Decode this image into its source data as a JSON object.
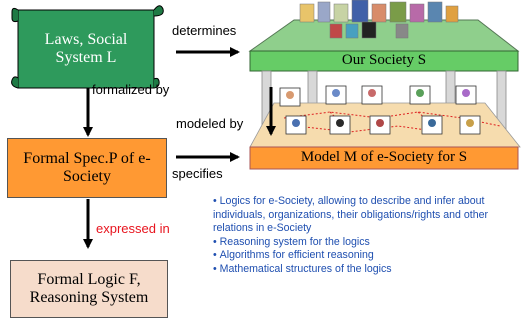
{
  "boxes": {
    "laws": "Laws, Social System L",
    "formal_spec": "Formal Spec.P of e-Society",
    "formal_logic": "Formal Logic F, Reasoning System"
  },
  "society": {
    "title": "Our Society S",
    "model": "Model M of e-Society for S"
  },
  "edges": {
    "determines": "determines",
    "formalized_by": "formalized by",
    "modeled_by": "modeled by",
    "specifies": "specifies",
    "expressed_in": "expressed in"
  },
  "bullets": [
    "Logics for e-Society, allowing to describe and infer about individuals, organizations, their obligations/rights and other relations in e-Society",
    "Reasoning system for the logics",
    "Algorithms for efficient reasoning",
    "Mathematical structures of the logics"
  ],
  "colors": {
    "laws_fill": "#2e9a5c",
    "spec_fill": "#ff9933",
    "logic_fill": "#f6dccb",
    "roof_fill": "#8fcf8c",
    "band_fill": "#66cc66",
    "platform_fill": "#f6dcae",
    "model_fill": "#ff9933",
    "expressed_text": "#e8141e",
    "bullet_text": "#1f4fb0",
    "dotted_line": "#dd2020"
  }
}
